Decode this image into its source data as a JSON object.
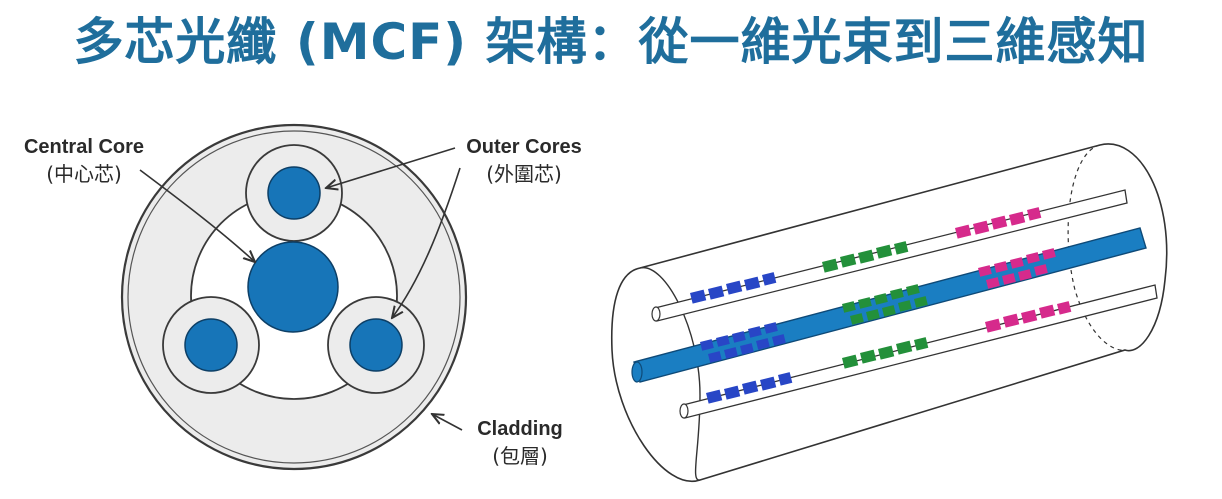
{
  "title": "多芯光纖 (MCF) 架構：從一維光束到三維感知",
  "labels": {
    "central_core": {
      "en": "Central Core",
      "zh": "(中心芯)"
    },
    "outer_cores": {
      "en": "Outer Cores",
      "zh": "(外圍芯)"
    },
    "cladding": {
      "en": "Cladding",
      "zh": "(包層)"
    }
  },
  "colors": {
    "title": "#1f6e9c",
    "core": "#1775b8",
    "cladding": "#e9e9e9",
    "grating_blue": "#2846c6",
    "grating_green": "#23903a",
    "grating_magenta": "#d62a8c"
  }
}
